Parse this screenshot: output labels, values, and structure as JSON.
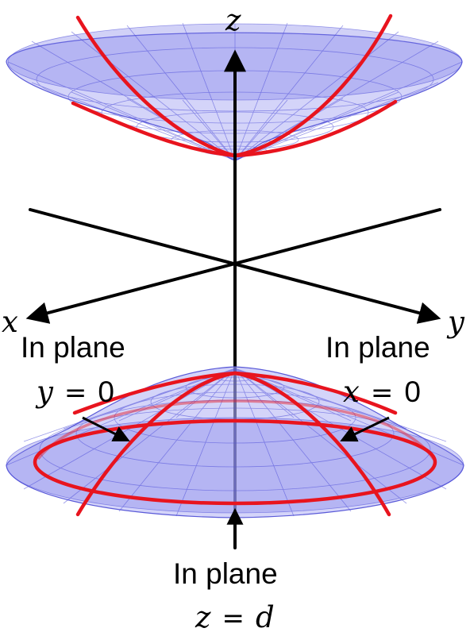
{
  "axes": {
    "x_label": "x",
    "y_label": "y",
    "z_label": "z"
  },
  "annotations": [
    {
      "id": "y0",
      "line1": "In plane",
      "var": "y",
      "op": "=",
      "value": "0"
    },
    {
      "id": "x0",
      "line1": "In plane",
      "var": "x",
      "op": "=",
      "value": "0"
    },
    {
      "id": "zd",
      "line1": "In plane",
      "var": "z",
      "op": "=",
      "value": "d"
    }
  ],
  "colors": {
    "surface": "#b9b9f5",
    "mesh": "#4b4bd8",
    "trace": "#e8141e",
    "axis": "#000000"
  }
}
